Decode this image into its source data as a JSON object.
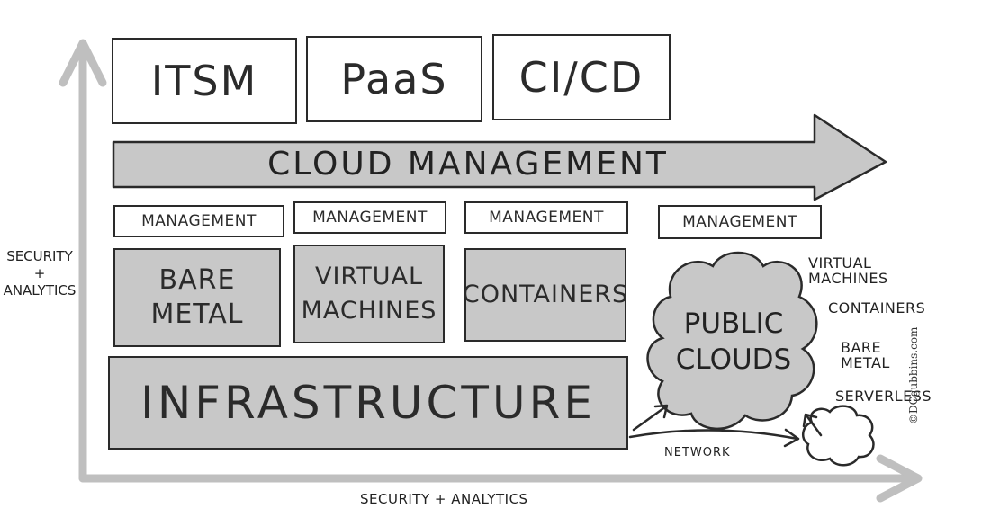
{
  "top_boxes": [
    "ITSM",
    "PaaS",
    "CI/CD"
  ],
  "cloud_management": "Cloud Management",
  "management_labels": [
    "Management",
    "Management",
    "Management",
    "Management"
  ],
  "stack": {
    "bare_metal": "Bare Metal",
    "virtual_machines": "Virtual Machines",
    "containers": "Containers"
  },
  "infrastructure": "Infrastructure",
  "public_clouds": "Public Clouds",
  "cloud_services": [
    "Virtual Machines",
    "Containers",
    "Bare Metal",
    "Serverless"
  ],
  "network": "Network",
  "axis_y_label": "Security + Analytics",
  "axis_x_label": "Security + Analytics",
  "credit": "©DCgubbins.com",
  "colors": {
    "box_fill": "#c8c8c8",
    "axis": "#bfbfbf",
    "outline": "#2a2a2a"
  }
}
